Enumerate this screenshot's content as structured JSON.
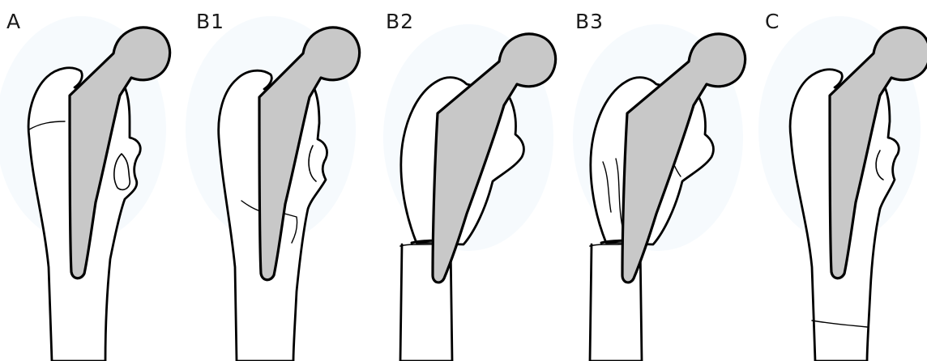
{
  "figure": {
    "colors": {
      "implant": "#c8c8c8",
      "outline": "#000000",
      "background": "#ffffff",
      "label": "#1a1a1a"
    },
    "panels": [
      {
        "label": "A",
        "fracture": "greater-trochanter"
      },
      {
        "label": "B1",
        "fracture": "stem-tip-stable"
      },
      {
        "label": "B2",
        "fracture": "stem-loose"
      },
      {
        "label": "B3",
        "fracture": "stem-loose-bone-loss"
      },
      {
        "label": "C",
        "fracture": "distal-to-stem"
      }
    ]
  }
}
